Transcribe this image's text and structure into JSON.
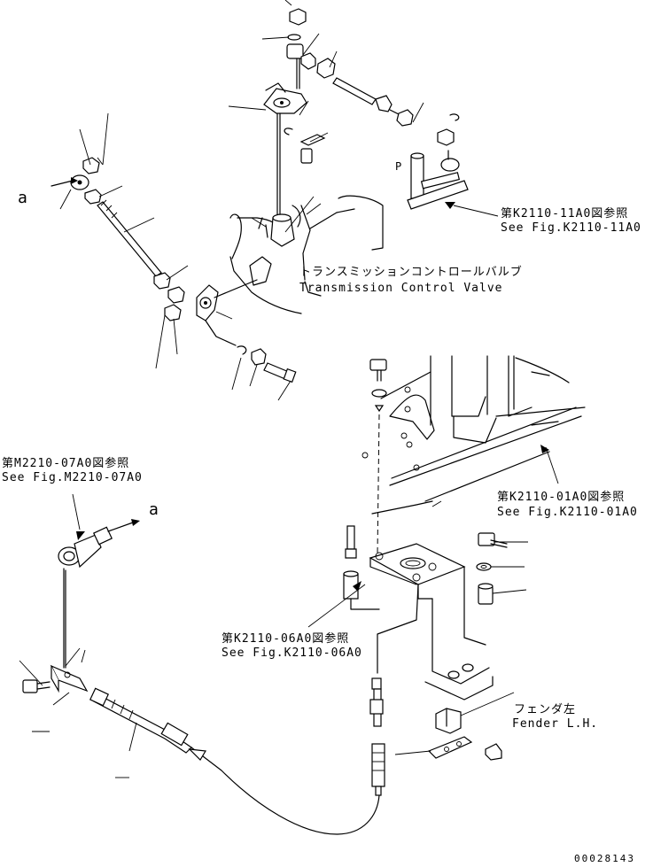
{
  "labels": {
    "control_valve_jp": "トランスミッションコントロールバルブ",
    "control_valve_en": "Transmission Control Valve",
    "ref_k2110_11a0_jp": "第K2110-11A0図参照",
    "ref_k2110_11a0_en": "See Fig.K2110-11A0",
    "ref_m2210_07a0_jp": "第M2210-07A0図参照",
    "ref_m2210_07a0_en": "See Fig.M2210-07A0",
    "ref_k2110_01a0_jp": "第K2110-01A0図参照",
    "ref_k2110_01a0_en": "See Fig.K2110-01A0",
    "ref_k2110_06a0_jp": "第K2110-06A0図参照",
    "ref_k2110_06a0_en": "See Fig.K2110-06A0",
    "fender_jp": "フェンダ左",
    "fender_en": "Fender L.H.",
    "connector_a_top": "a",
    "connector_a_left": "a",
    "drawing_number": "00028143"
  }
}
